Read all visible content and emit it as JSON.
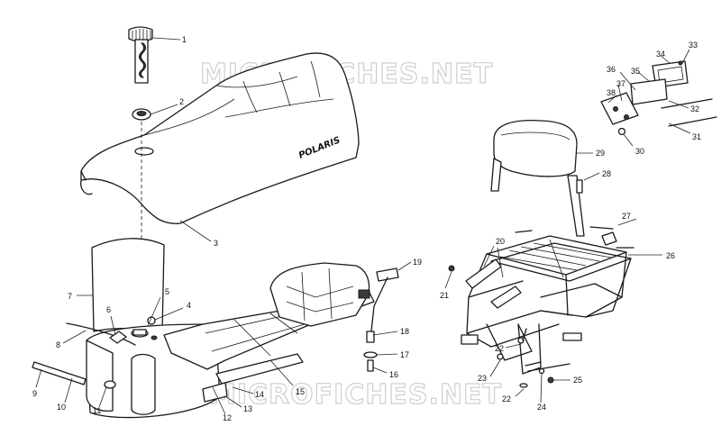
{
  "watermark": {
    "top": "MICROFICHES.NET",
    "bottom": "MICROFICHES.NET"
  },
  "seat_brand": "POLARIS",
  "callouts": [
    "1",
    "2",
    "3",
    "4",
    "5",
    "6",
    "7",
    "8",
    "9",
    "10",
    "11",
    "12",
    "13",
    "14",
    "15",
    "16",
    "17",
    "18",
    "19",
    "20",
    "21",
    "22",
    "22",
    "23",
    "24",
    "25",
    "26",
    "27",
    "28",
    "29",
    "30",
    "31",
    "32",
    "33",
    "34",
    "35",
    "36",
    "37",
    "38"
  ]
}
